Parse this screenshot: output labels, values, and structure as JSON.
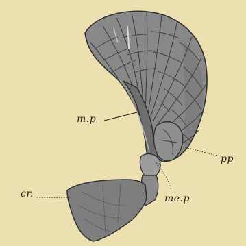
{
  "figure": {
    "labels": {
      "mp": "m.p",
      "pp": "pp",
      "mep": "me.p",
      "cr": "cr."
    }
  },
  "colors": {
    "paper": "#ece0b0",
    "bone_dark": "#6e6e6e",
    "bone_mid": "#8a8a8a",
    "bone_light": "#a0a0a0",
    "outline": "#2e2e2e",
    "label_ink": "#1e1a12"
  }
}
